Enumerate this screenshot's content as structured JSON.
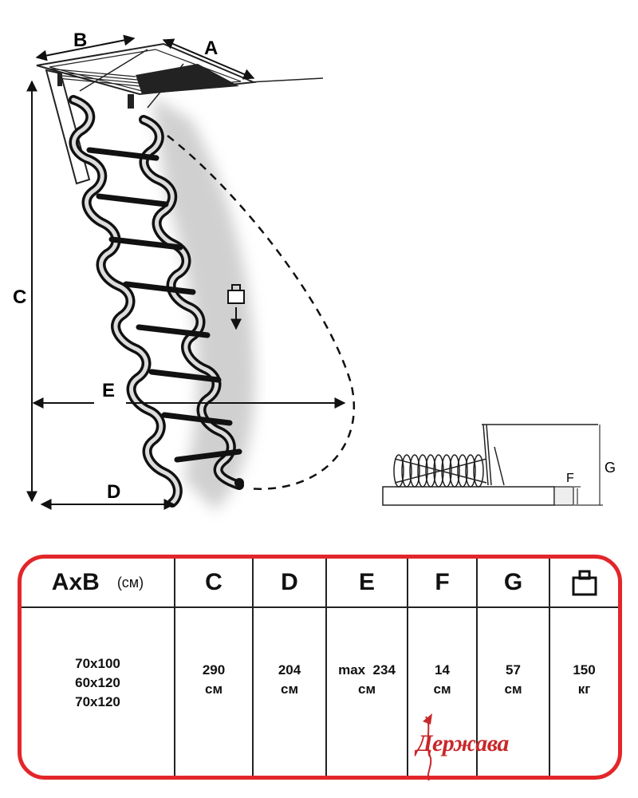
{
  "diagram": {
    "labels": {
      "a": "A",
      "b": "B",
      "c": "C",
      "d": "D",
      "e": "E",
      "f": "F",
      "g": "G"
    }
  },
  "table": {
    "headers": {
      "ab": "AxB",
      "ab_unit": "(см)",
      "c": "C",
      "d": "D",
      "e": "E",
      "f": "F",
      "g": "G"
    },
    "values": {
      "sizes": [
        "70x100",
        "60x120",
        "70x120"
      ],
      "c": [
        "290",
        "см"
      ],
      "d": [
        "204",
        "см"
      ],
      "e": [
        "max  234",
        "см"
      ],
      "f": [
        "14",
        "см"
      ],
      "g": [
        "57",
        "см"
      ],
      "weight": [
        "150",
        "кг"
      ]
    },
    "border_color": "#e2262a"
  },
  "watermark": {
    "text": "Держава",
    "color": "#c8282a"
  },
  "icons": [
    "weight-icon"
  ]
}
